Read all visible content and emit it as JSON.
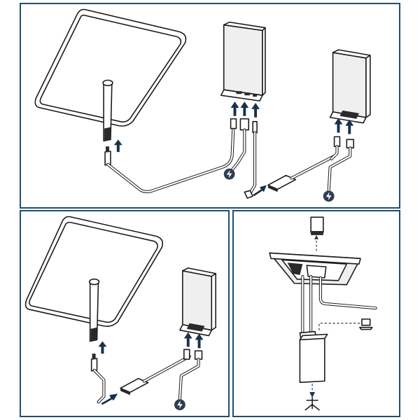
{
  "figure": {
    "panels": [
      {
        "id": "top",
        "depicts": "dish-router-cable-connection"
      },
      {
        "id": "bottom-left",
        "depicts": "dish-router-connection-simplified"
      },
      {
        "id": "bottom-right",
        "depicts": "router-base-and-power-supply"
      }
    ],
    "icons": [
      "power-bolt-icon",
      "ethernet-adapter-icon",
      "laptop-icon",
      "mesh-node-icon",
      "up-arrow-icon"
    ],
    "colors": {
      "frame": "#1f4e6e",
      "arrow": "#17324a",
      "line": "#1a1a1a",
      "icon_bg": "#2c3e50"
    }
  }
}
